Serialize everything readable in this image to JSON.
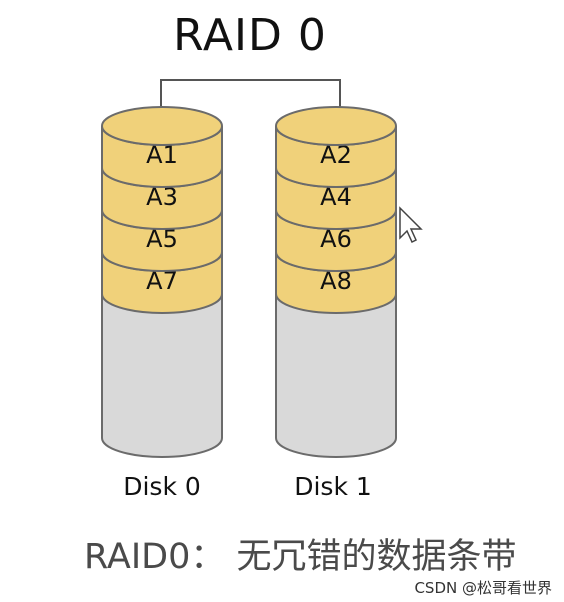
{
  "title": "RAID 0",
  "disks": [
    {
      "label": "Disk 0",
      "blocks": [
        "A1",
        "A3",
        "A5",
        "A7"
      ]
    },
    {
      "label": "Disk 1",
      "blocks": [
        "A2",
        "A4",
        "A6",
        "A8"
      ]
    }
  ],
  "caption": "RAID0： 无冗错的数据条带",
  "watermark": "CSDN @松哥看世界",
  "colors": {
    "block_fill": "#f0d17a",
    "block_stroke": "#6b6b6b",
    "empty_fill": "#d9d9d9"
  }
}
